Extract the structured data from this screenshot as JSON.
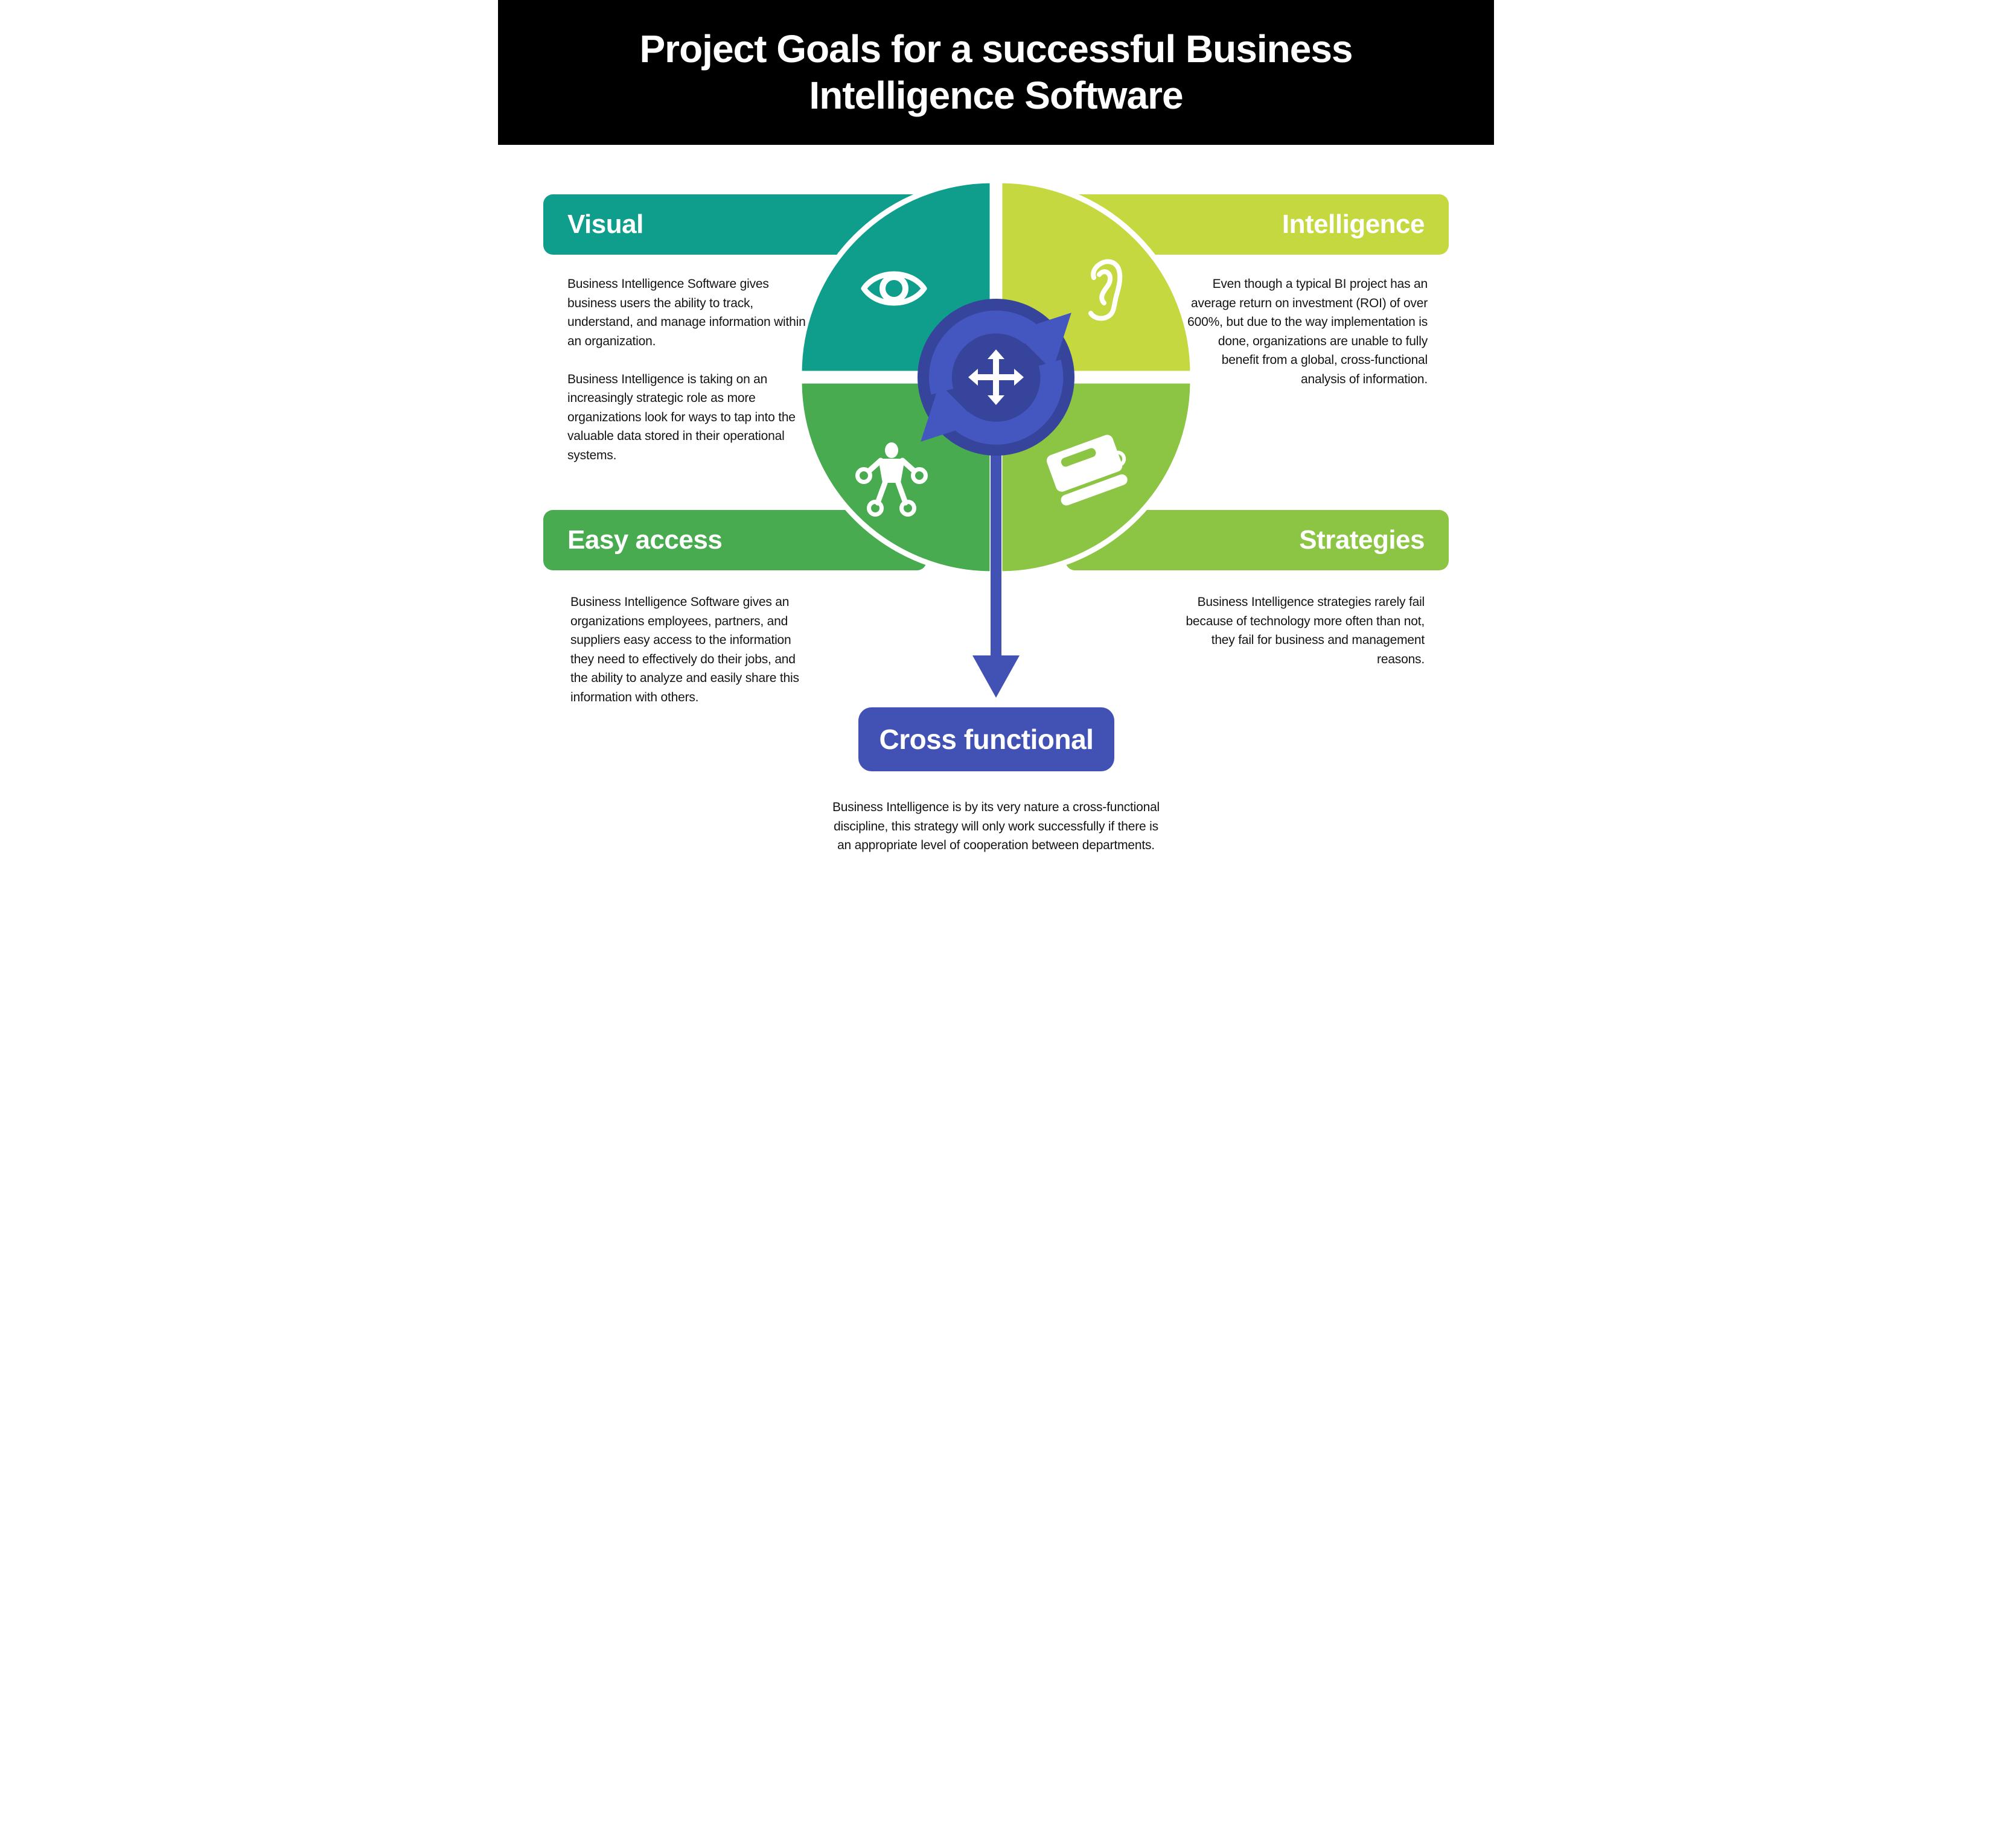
{
  "title": {
    "line1": "Project Goals for a successful Business",
    "line2": "Intelligence Software"
  },
  "colors": {
    "headerbg": "#000000",
    "teal": "#0f9e8c",
    "lime": "#c5d83f",
    "green": "#48ab4f",
    "lightgreen": "#8cc544",
    "navy": "#36449b",
    "blue": "#4152b4",
    "bluearrows": "#4456c0",
    "text": "#141414"
  },
  "sections": {
    "visual": {
      "label": "Visual",
      "color": "#0f9e8c",
      "text": "Business Intelligence Software gives business users the ability to track, understand, and manage information within an organization.\n\nBusiness Intelligence is taking on an increasingly strategic role as more organizations look for ways to tap into the valuable data stored in their operational systems."
    },
    "intelligence": {
      "label": "Intelligence",
      "color": "#c5d83f",
      "text": "Even though a typical BI project has an average return on investment (ROI) of over 600%, but due to the way implementation is done, organizations are unable to fully benefit from a global, cross-functional analysis of information."
    },
    "easy_access": {
      "label": "Easy access",
      "color": "#48ab4f",
      "text": "Business Intelligence Software gives an organizations employees, partners, and suppliers easy access to the information they need to effectively do their jobs, and the ability to analyze and easily share this information with others."
    },
    "strategies": {
      "label": "Strategies",
      "color": "#8cc544",
      "text": "Business Intelligence strategies rarely fail because of technology more often than not, they fail for business and management reasons."
    },
    "cross_functional": {
      "label": "Cross functional",
      "color": "#4152b4",
      "text": "Business Intelligence is by its very nature a cross-functional discipline, this strategy will only work successfully if there is an appropriate level of cooperation between departments."
    }
  },
  "icons": {
    "visual": "eye-icon",
    "intelligence": "ear-icon",
    "easy_access": "person-icon",
    "strategies": "book-icon",
    "center": "sync-move-icon",
    "connector": "down-arrow-icon"
  }
}
